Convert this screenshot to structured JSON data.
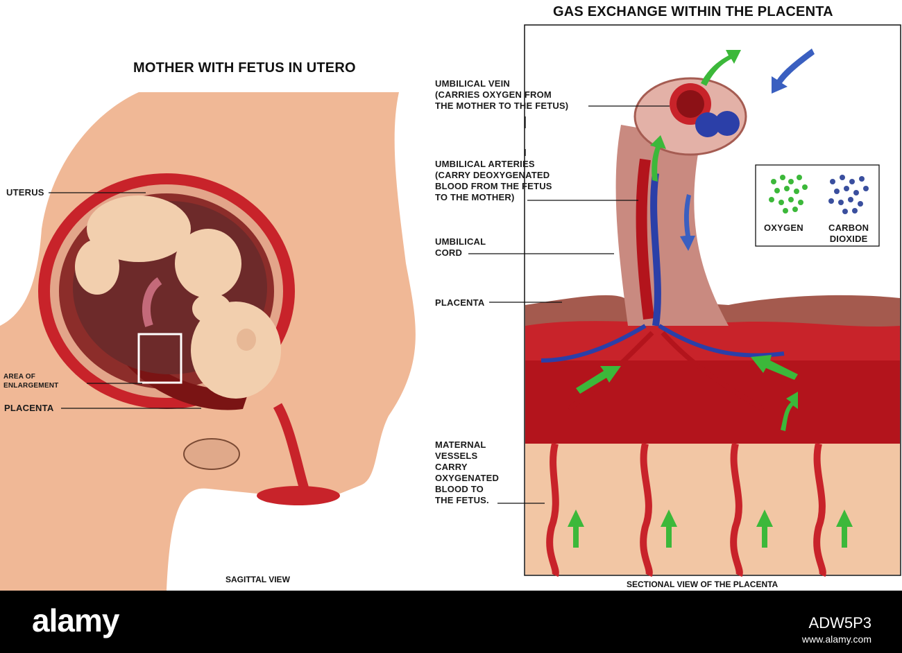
{
  "left_panel": {
    "title": "MOTHER WITH FETUS IN UTERO",
    "caption": "SAGITTAL VIEW",
    "labels": {
      "uterus": "UTERUS",
      "area_of_enlargement": "AREA OF\nENLARGEMENT",
      "placenta": "PLACENTA"
    }
  },
  "right_panel": {
    "title": "GAS EXCHANGE WITHIN THE PLACENTA",
    "caption": "SECTIONAL VIEW OF THE PLACENTA",
    "labels": {
      "umbilical_vein": "UMBILICAL VEIN\n(CARRIES OXYGEN FROM\nTHE MOTHER TO THE FETUS)",
      "umbilical_arteries": "UMBILICAL ARTERIES\n(CARRY DEOXYGENATED\nBLOOD FROM THE FETUS\nTO THE MOTHER)",
      "umbilical_cord": "UMBILICAL\nCORD",
      "placenta": "PLACENTA",
      "maternal_vessels": "MATERNAL\nVESSELS\nCARRY\nOXYGENATED\nBLOOD TO\nTHE FETUS."
    },
    "legend": {
      "oxygen": "OXYGEN",
      "carbon_dioxide": "CARBON\nDIOXIDE"
    }
  },
  "colors": {
    "skin": "#f0b896",
    "uterus_wall": "#c8232a",
    "blood": "#b3141c",
    "vein_blue": "#2b3fa8",
    "oxygen_green": "#3cb83a",
    "co2_blue": "#3a4f9e",
    "tissue": "#f2c6a4"
  },
  "watermark": {
    "brand": "alamy",
    "image_id": "ADW5P3",
    "url": "www.alamy.com"
  }
}
